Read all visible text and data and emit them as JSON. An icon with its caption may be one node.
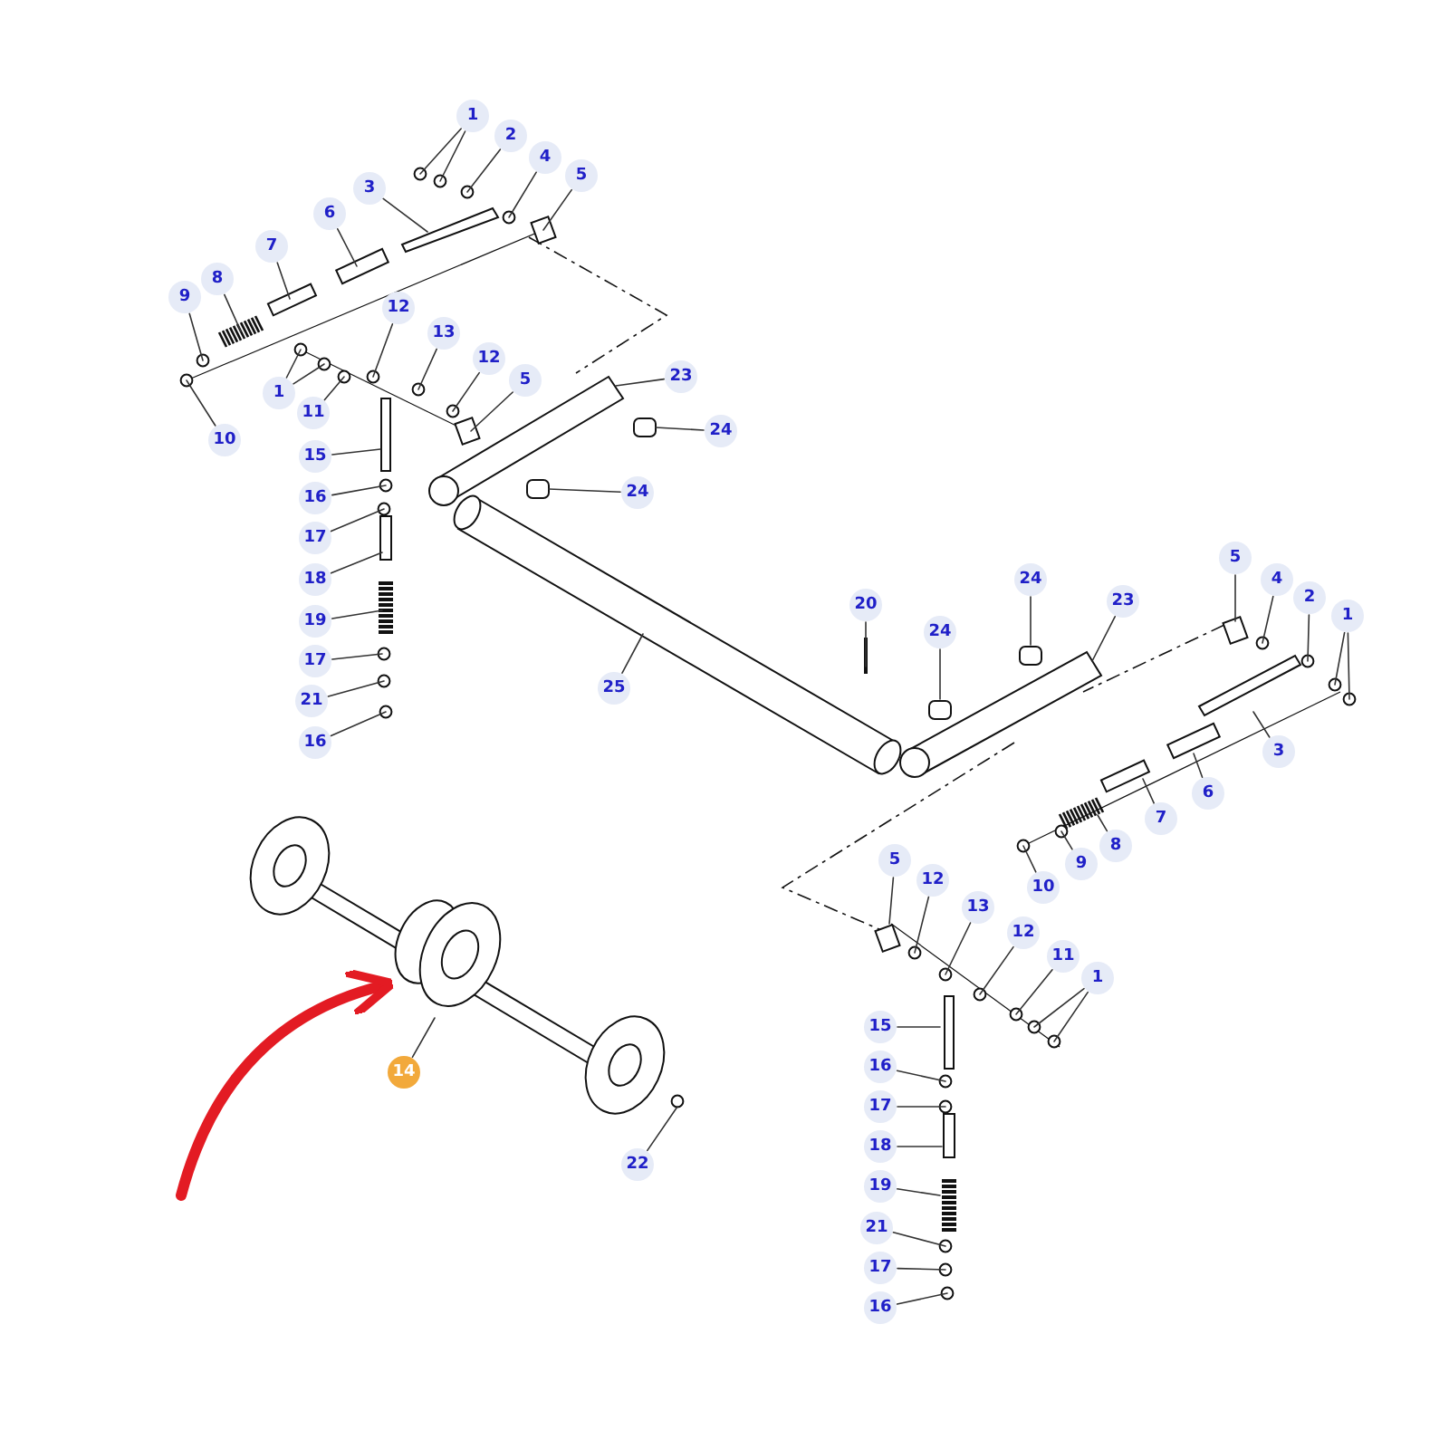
{
  "diagram": {
    "nodes": [
      {
        "text": [
          "1"
        ]
      },
      {
        "text": [
          "2"
        ]
      },
      {
        "text": [
          "3"
        ]
      },
      {
        "text": [
          "4"
        ]
      },
      {
        "text": [
          "5"
        ]
      },
      {
        "text": [
          "6"
        ]
      },
      {
        "text": [
          "7"
        ]
      },
      {
        "text": [
          "8"
        ]
      },
      {
        "text": [
          "9"
        ]
      },
      {
        "text": [
          "10"
        ]
      },
      {
        "text": [
          "12"
        ]
      },
      {
        "text": [
          "13"
        ]
      },
      {
        "text": [
          "12"
        ]
      },
      {
        "text": [
          "5"
        ]
      },
      {
        "text": [
          "1"
        ]
      },
      {
        "text": [
          "11"
        ]
      },
      {
        "text": [
          "23"
        ]
      },
      {
        "text": [
          "24"
        ]
      },
      {
        "text": [
          "15"
        ]
      },
      {
        "text": [
          "24"
        ]
      },
      {
        "text": [
          "16"
        ]
      },
      {
        "text": [
          "17"
        ]
      },
      {
        "text": [
          "18"
        ]
      },
      {
        "text": [
          "19"
        ]
      },
      {
        "text": [
          "17"
        ]
      },
      {
        "text": [
          "21"
        ]
      },
      {
        "text": [
          "16"
        ]
      },
      {
        "text": [
          "25"
        ]
      },
      {
        "text": [
          "20"
        ]
      },
      {
        "text": [
          "5"
        ]
      },
      {
        "text": [
          "24"
        ]
      },
      {
        "text": [
          "4"
        ]
      },
      {
        "text": [
          "23"
        ]
      },
      {
        "text": [
          "2"
        ]
      },
      {
        "text": [
          "1"
        ]
      },
      {
        "text": [
          "24"
        ]
      },
      {
        "text": [
          "3"
        ]
      },
      {
        "text": [
          "6"
        ]
      },
      {
        "text": [
          "7"
        ]
      },
      {
        "text": [
          "8"
        ]
      },
      {
        "text": [
          "9"
        ]
      },
      {
        "text": [
          "10"
        ]
      },
      {
        "text": [
          "5"
        ]
      },
      {
        "text": [
          "12"
        ]
      },
      {
        "text": [
          "13"
        ]
      },
      {
        "text": [
          "12"
        ]
      },
      {
        "text": [
          "11"
        ]
      },
      {
        "text": [
          "1"
        ]
      },
      {
        "text": [
          "15"
        ]
      },
      {
        "text": [
          "16"
        ]
      },
      {
        "text": [
          "17"
        ]
      },
      {
        "text": [
          "18"
        ]
      },
      {
        "text": [
          "19"
        ]
      },
      {
        "text": [
          "21"
        ]
      },
      {
        "text": [
          "17"
        ]
      },
      {
        "text": [
          "16"
        ]
      },
      {
        "text": [
          "22"
        ]
      },
      {
        "text": [
          "14"
        ]
      },
      {
        "text": [],
        "shape": "picture"
      }
    ],
    "edges": [
      {
        "from": 0,
        "to": null,
        "arrow": "none"
      },
      {
        "from": 0,
        "to": null,
        "arrow": "none"
      },
      {
        "from": 1,
        "to": null,
        "arrow": "none"
      },
      {
        "from": 2,
        "to": null,
        "arrow": "none"
      },
      {
        "from": 3,
        "to": null,
        "arrow": "none"
      },
      {
        "from": 4,
        "to": null,
        "arrow": "none"
      },
      {
        "from": 5,
        "to": null,
        "arrow": "none"
      },
      {
        "from": 6,
        "to": null,
        "arrow": "none"
      },
      {
        "from": 7,
        "to": null,
        "arrow": "none"
      },
      {
        "from": 8,
        "to": null,
        "arrow": "none"
      },
      {
        "from": 9,
        "to": null,
        "arrow": "none"
      },
      {
        "from": 10,
        "to": null,
        "arrow": "none"
      },
      {
        "from": 11,
        "to": null,
        "arrow": "none"
      },
      {
        "from": 12,
        "to": null,
        "arrow": "none"
      },
      {
        "from": 13,
        "to": null,
        "arrow": "none"
      },
      {
        "from": 14,
        "to": null,
        "arrow": "none"
      },
      {
        "from": 14,
        "to": null,
        "arrow": "none"
      },
      {
        "from": 15,
        "to": null,
        "arrow": "none"
      },
      {
        "from": 16,
        "to": null,
        "arrow": "none"
      },
      {
        "from": 17,
        "to": null,
        "arrow": "none"
      },
      {
        "from": 18,
        "to": null,
        "arrow": "none"
      },
      {
        "from": 19,
        "to": null,
        "arrow": "none"
      },
      {
        "from": 20,
        "to": null,
        "arrow": "none"
      },
      {
        "from": 21,
        "to": null,
        "arrow": "none"
      },
      {
        "from": 22,
        "to": null,
        "arrow": "none"
      },
      {
        "from": 23,
        "to": null,
        "arrow": "none"
      },
      {
        "from": 24,
        "to": null,
        "arrow": "none"
      },
      {
        "from": 25,
        "to": null,
        "arrow": "none"
      },
      {
        "from": 26,
        "to": null,
        "arrow": "none"
      },
      {
        "from": 27,
        "to": null,
        "arrow": "none"
      },
      {
        "from": 28,
        "to": null,
        "arrow": "none"
      },
      {
        "from": 29,
        "to": null,
        "arrow": "none"
      },
      {
        "from": 30,
        "to": null,
        "arrow": "none"
      },
      {
        "from": 31,
        "to": null,
        "arrow": "none"
      },
      {
        "from": 32,
        "to": null,
        "arrow": "none"
      },
      {
        "from": 33,
        "to": null,
        "arrow": "none"
      },
      {
        "from": 34,
        "to": null,
        "arrow": "none"
      },
      {
        "from": 34,
        "to": null,
        "arrow": "none"
      },
      {
        "from": 35,
        "to": null,
        "arrow": "none"
      },
      {
        "from": 36,
        "to": null,
        "arrow": "none"
      },
      {
        "from": 37,
        "to": null,
        "arrow": "none"
      },
      {
        "from": 38,
        "to": null,
        "arrow": "none"
      },
      {
        "from": 39,
        "to": null,
        "arrow": "none"
      },
      {
        "from": 40,
        "to": null,
        "arrow": "none"
      },
      {
        "from": 41,
        "to": null,
        "arrow": "none"
      },
      {
        "from": 42,
        "to": null,
        "arrow": "none"
      },
      {
        "from": 43,
        "to": null,
        "arrow": "none"
      },
      {
        "from": 44,
        "to": null,
        "arrow": "none"
      },
      {
        "from": 45,
        "to": null,
        "arrow": "none"
      },
      {
        "from": 46,
        "to": null,
        "arrow": "none"
      },
      {
        "from": 47,
        "to": null,
        "arrow": "none"
      },
      {
        "from": 47,
        "to": null,
        "arrow": "none"
      },
      {
        "from": 48,
        "to": null,
        "arrow": "none"
      },
      {
        "from": 49,
        "to": null,
        "arrow": "none"
      },
      {
        "from": 50,
        "to": null,
        "arrow": "none"
      },
      {
        "from": 51,
        "to": null,
        "arrow": "none"
      },
      {
        "from": 52,
        "to": null,
        "arrow": "none"
      },
      {
        "from": 53,
        "to": null,
        "arrow": "none"
      },
      {
        "from": 54,
        "to": null,
        "arrow": "none"
      },
      {
        "from": 55,
        "to": null,
        "arrow": "none"
      },
      {
        "from": 56,
        "to": null,
        "arrow": "none"
      },
      {
        "from": 57,
        "to": 58,
        "arrow": "none"
      },
      {
        "from": null,
        "to": 58,
        "arrow": "to",
        "style": "thick",
        "color": "#e31b23"
      }
    ]
  }
}
